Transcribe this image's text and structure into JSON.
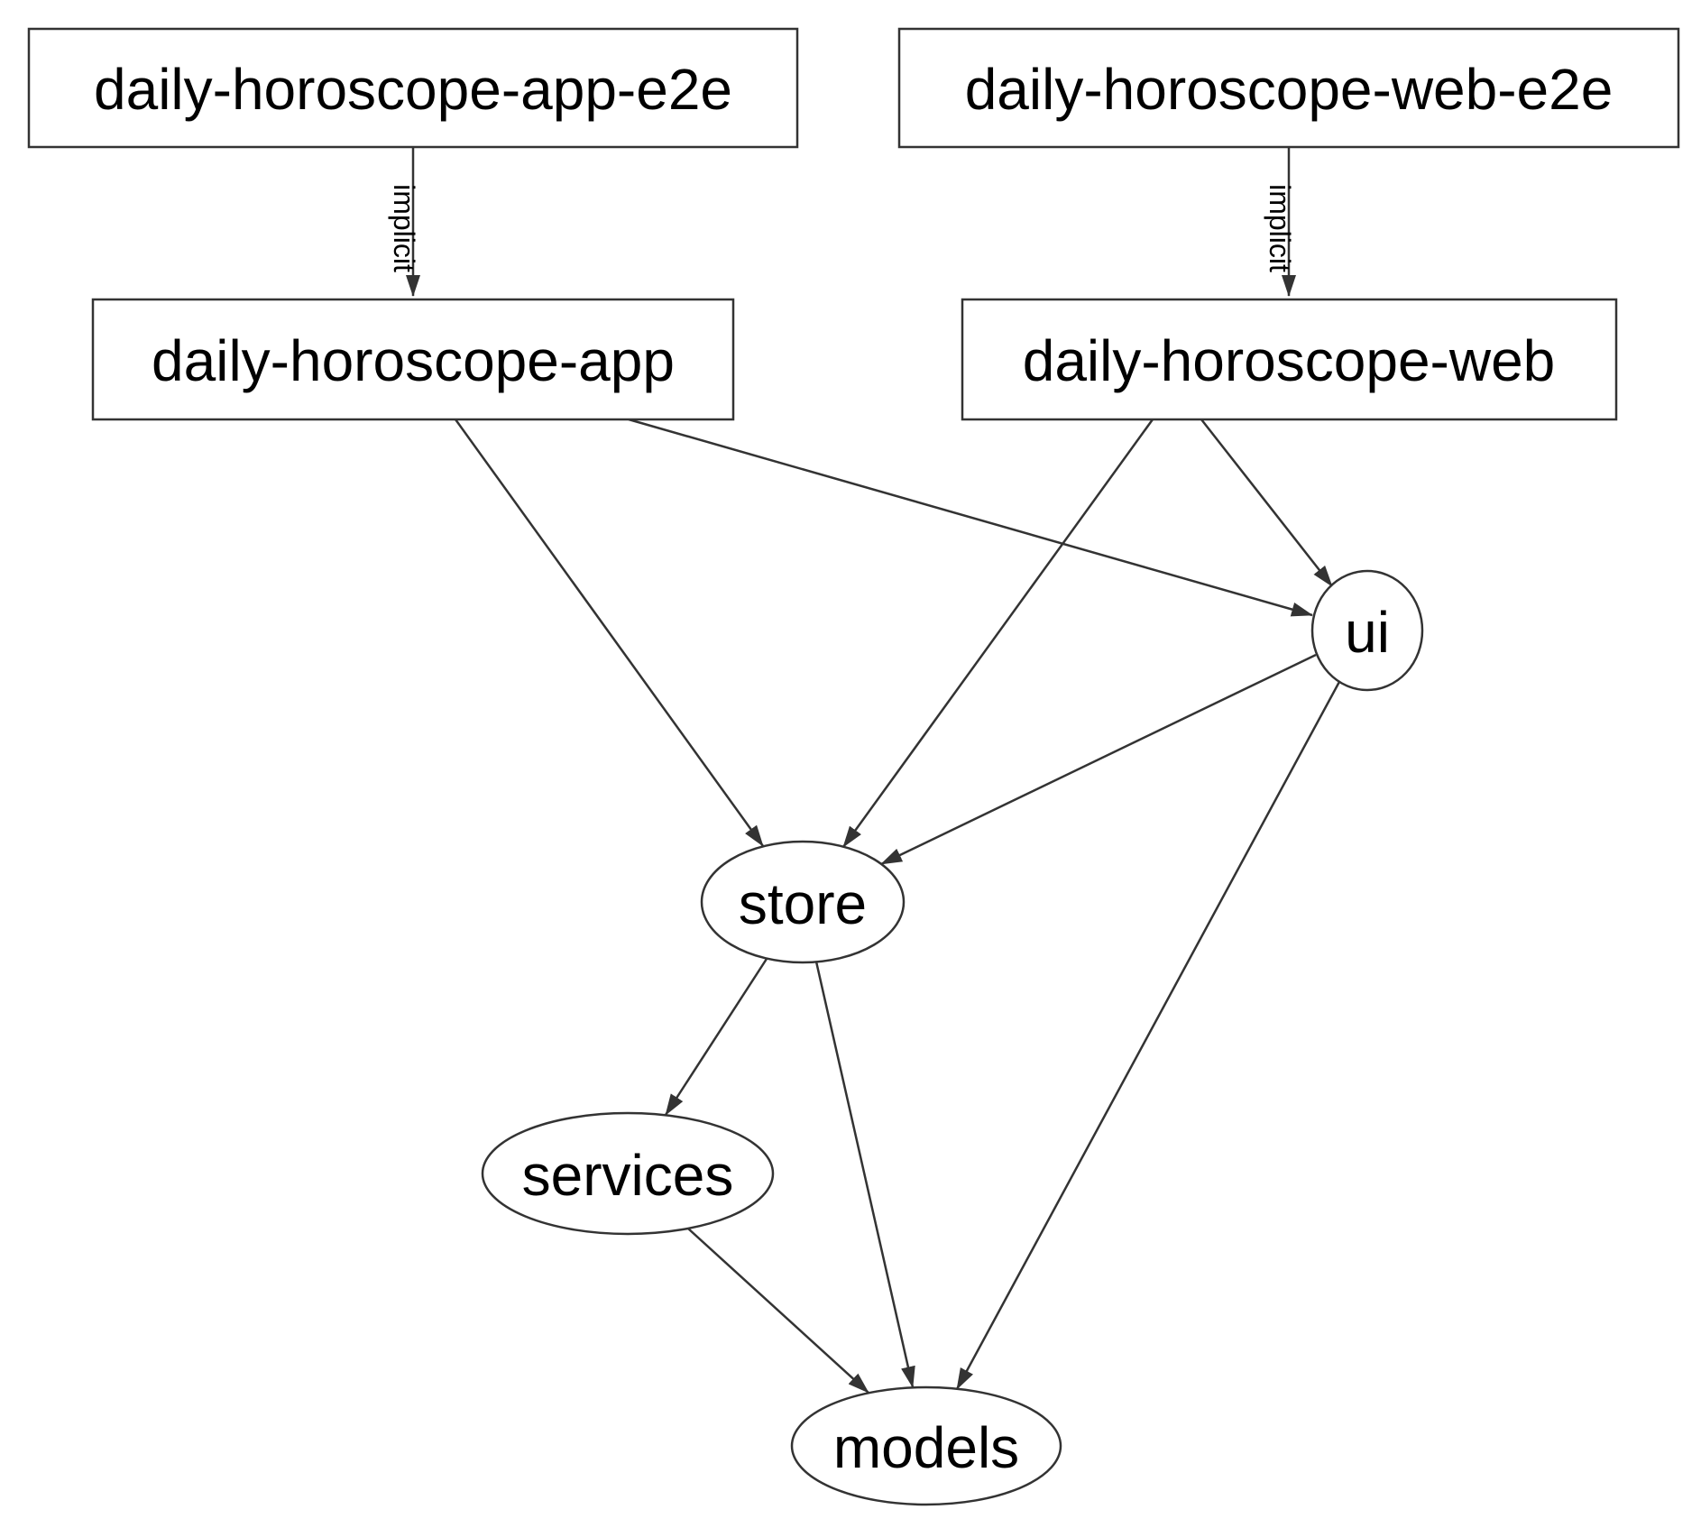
{
  "diagram": {
    "type": "dependency-graph",
    "colors": {
      "background": "#ffffff",
      "node_fill": "#ffffff",
      "stroke": "#333333",
      "text": "#000000"
    },
    "nodes": [
      {
        "id": "daily-horoscope-app-e2e",
        "label": "daily-horoscope-app-e2e",
        "shape": "box"
      },
      {
        "id": "daily-horoscope-web-e2e",
        "label": "daily-horoscope-web-e2e",
        "shape": "box"
      },
      {
        "id": "daily-horoscope-app",
        "label": "daily-horoscope-app",
        "shape": "box"
      },
      {
        "id": "daily-horoscope-web",
        "label": "daily-horoscope-web",
        "shape": "box"
      },
      {
        "id": "ui",
        "label": "ui",
        "shape": "ellipse"
      },
      {
        "id": "store",
        "label": "store",
        "shape": "ellipse"
      },
      {
        "id": "services",
        "label": "services",
        "shape": "ellipse"
      },
      {
        "id": "models",
        "label": "models",
        "shape": "ellipse"
      }
    ],
    "edges": [
      {
        "from": "daily-horoscope-app-e2e",
        "to": "daily-horoscope-app",
        "label": "implicit"
      },
      {
        "from": "daily-horoscope-web-e2e",
        "to": "daily-horoscope-web",
        "label": "implicit"
      },
      {
        "from": "daily-horoscope-app",
        "to": "store",
        "label": ""
      },
      {
        "from": "daily-horoscope-app",
        "to": "ui",
        "label": ""
      },
      {
        "from": "daily-horoscope-web",
        "to": "store",
        "label": ""
      },
      {
        "from": "daily-horoscope-web",
        "to": "ui",
        "label": ""
      },
      {
        "from": "ui",
        "to": "store",
        "label": ""
      },
      {
        "from": "ui",
        "to": "models",
        "label": ""
      },
      {
        "from": "store",
        "to": "services",
        "label": ""
      },
      {
        "from": "store",
        "to": "models",
        "label": ""
      },
      {
        "from": "services",
        "to": "models",
        "label": ""
      }
    ]
  }
}
